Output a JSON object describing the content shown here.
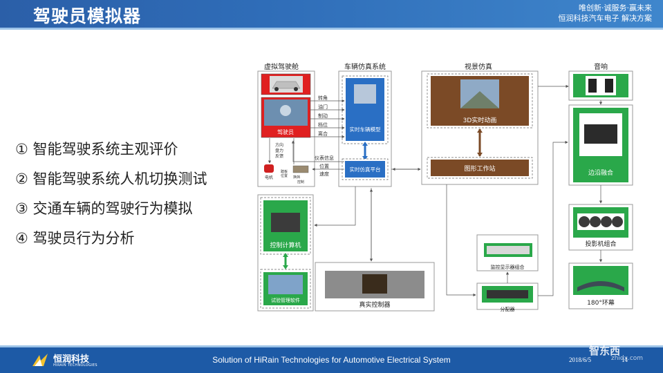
{
  "header": {
    "title": "驾驶员模拟器",
    "slogan_line1": "唯创新·诚服务·赢未来",
    "slogan_line2": "恒润科技汽车电子 解决方案"
  },
  "points": [
    "① 智能驾驶系统主观评价",
    "② 智能驾驶系统人机切换测试",
    "③ 交通车辆的驾驶行为模拟",
    "④ 驾驶员行为分析"
  ],
  "diagram": {
    "cockpit_title": "虚拟驾驶舱",
    "driver_label": "驾驶员",
    "feedback_label_1": "方向",
    "feedback_label_2": "盘力",
    "feedback_label_3": "反馈",
    "motor_label": "电机",
    "sensor_label_1": "踏板",
    "sensor_label_2": "位置",
    "sensor_label_3": "换挡",
    "sensor_label_4": "控制",
    "vehicle_sim_title": "车辆仿真系统",
    "signal_steer": "转角",
    "signal_throttle": "油门",
    "signal_brake": "制动",
    "signal_gear": "档位",
    "signal_clutch": "离合",
    "signal_instrument": "仪表信息",
    "signal_position": "位置",
    "signal_speed": "速度",
    "vehicle_model_label": "实时车辆模型",
    "rt_platform_label": "实时仿真平台",
    "visual_title": "视景仿真",
    "anim_label": "3D实时动画",
    "workstation_label": "图形工作站",
    "audio_title": "音响",
    "edge_blend_label": "边沿融合",
    "projector_label": "投影机组合",
    "screen_label": "180°环幕",
    "monitor_label": "监控显示器组合",
    "splitter_label": "分配器",
    "control_pc_label": "控制计算机",
    "test_sw_label": "试验管理软件",
    "real_controller_label": "真实控制器"
  },
  "footer": {
    "brand": "恒润科技",
    "brand_en": "HIRAIN TECHNOLOGIES",
    "center_text": "Solution of HiRain Technologies for Automotive Electrical System",
    "date": "2018/6/5",
    "page": "14",
    "watermark": "智东西",
    "watermark_en": "zhidx.com"
  },
  "colors": {
    "header_blue": "#2f6db8",
    "footer_blue": "#1d5aa6",
    "cockpit_red": "#e02020",
    "sim_blue": "#2a6fc4",
    "brown": "#7b4a26",
    "green": "#2aa84a",
    "arrow_blue": "#2a6fc4"
  }
}
